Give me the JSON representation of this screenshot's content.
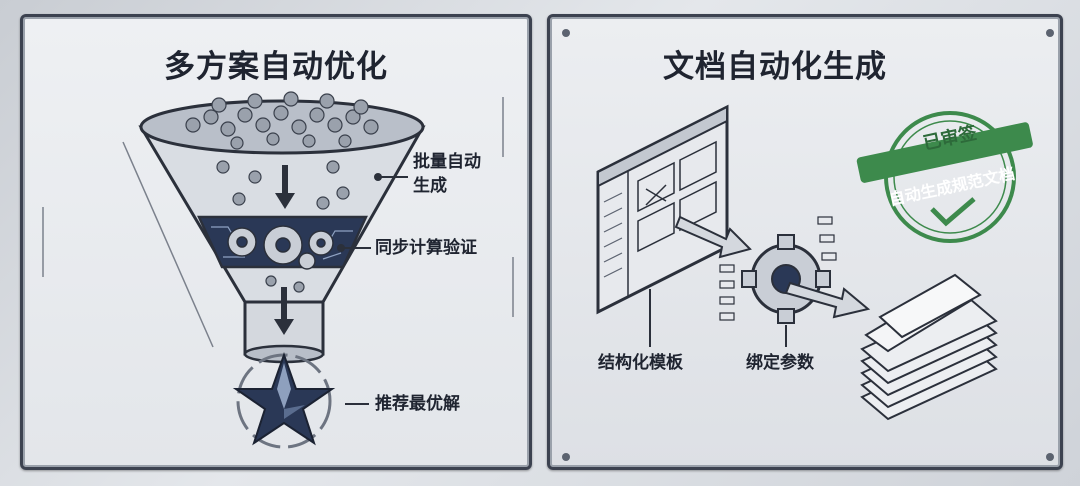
{
  "left_panel": {
    "title": "多方案自动优化",
    "labels": {
      "batch_line1": "批量自动",
      "batch_line2": "生成",
      "sync": "同步计算验证",
      "recommend": "推荐最优解"
    }
  },
  "right_panel": {
    "title": "文档自动化生成",
    "stamp": {
      "top": "已审签",
      "banner": "自动生成规范文档"
    },
    "labels": {
      "template": "结构化模板",
      "params": "绑定参数"
    }
  },
  "colors": {
    "navy": "#2a3856",
    "outline": "#2b303b",
    "stamp_green": "#3d8a4c",
    "steel": "#c9ced6"
  }
}
